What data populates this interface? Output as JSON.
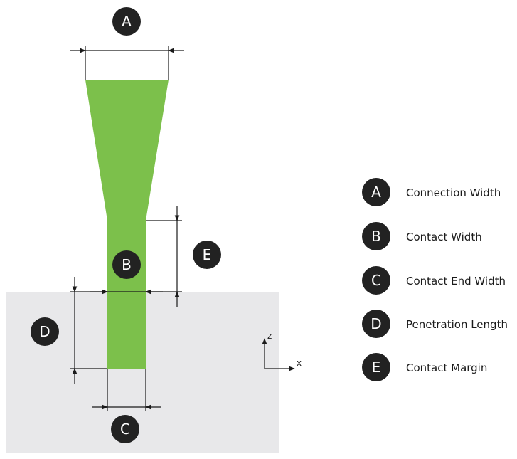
{
  "colors": {
    "probe": "#7cc04b",
    "substrate": "#e8e8ea",
    "callout": "#222222",
    "line": "#1a1a1a"
  },
  "callouts": {
    "a": "A",
    "b": "B",
    "c": "C",
    "d": "D",
    "e": "E"
  },
  "axes": {
    "z_label": "z",
    "x_label": "x"
  },
  "legend": [
    {
      "letter": "A",
      "label": "Connection Width"
    },
    {
      "letter": "B",
      "label": "Contact Width"
    },
    {
      "letter": "C",
      "label": "Contact End Width"
    },
    {
      "letter": "D",
      "label": "Penetration Length"
    },
    {
      "letter": "E",
      "label": "Contact Margin"
    }
  ]
}
